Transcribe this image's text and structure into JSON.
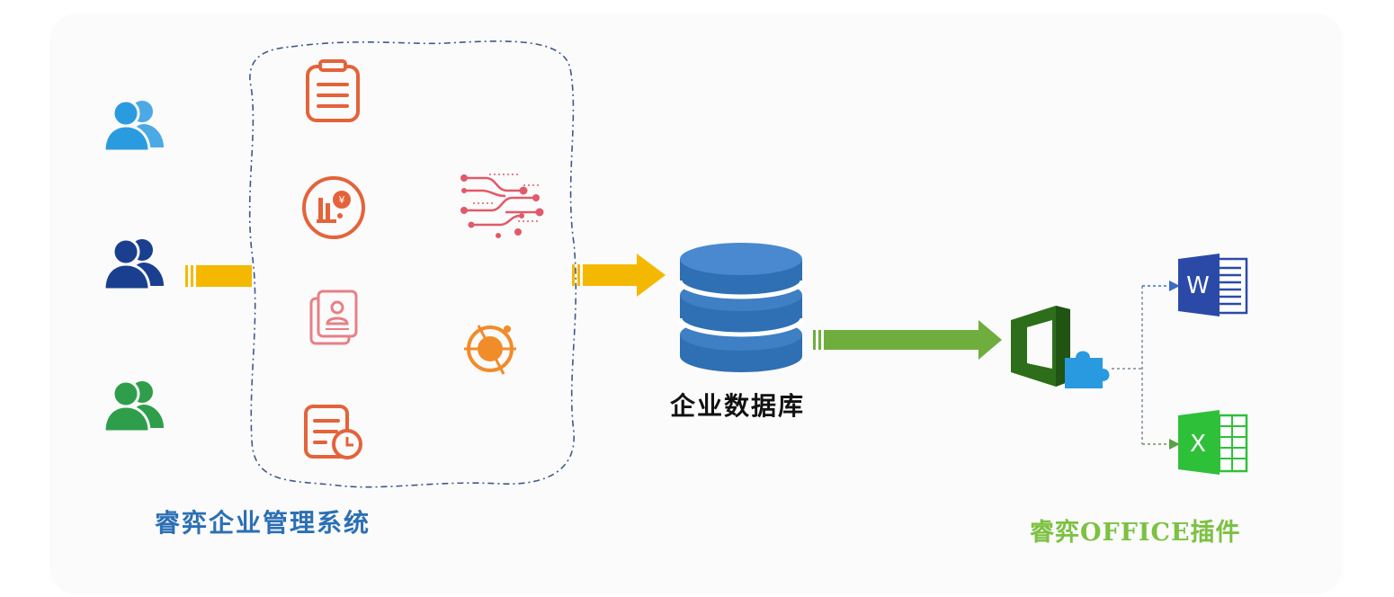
{
  "labels": {
    "system_name": "睿弈企业管理系统",
    "database": "企业数据库",
    "plugin_name": "睿弈OFFICE插件"
  },
  "icons": {
    "users": [
      {
        "name": "user-group-icon",
        "color": "#2b9be0"
      },
      {
        "name": "user-group-icon",
        "color": "#1a3f8f"
      },
      {
        "name": "user-group-icon",
        "color": "#2e9e4a"
      }
    ],
    "modules": [
      {
        "name": "clipboard-list-icon",
        "color": "#e4633a"
      },
      {
        "name": "finance-chart-icon",
        "color": "#e4633a"
      },
      {
        "name": "data-flow-icon",
        "color": "#e05a6a"
      },
      {
        "name": "employee-profile-icon",
        "color": "#e87f86"
      },
      {
        "name": "target-icon",
        "color": "#f08c2a"
      },
      {
        "name": "schedule-document-icon",
        "color": "#e4633a"
      }
    ],
    "database": {
      "name": "database-icon",
      "color": "#3f7fc4"
    },
    "office": {
      "name": "office-plugin-icon",
      "color": "#2d6e1a",
      "accent": "#2a9ae0"
    },
    "word": {
      "name": "word-icon",
      "color": "#2b4aa8",
      "letter": "W"
    },
    "excel": {
      "name": "excel-icon",
      "color": "#2fc03a",
      "letter": "X"
    }
  },
  "colors": {
    "arrow_yellow": "#f5b800",
    "arrow_green": "#6fae3e",
    "boundary": "#3c5a8a"
  }
}
